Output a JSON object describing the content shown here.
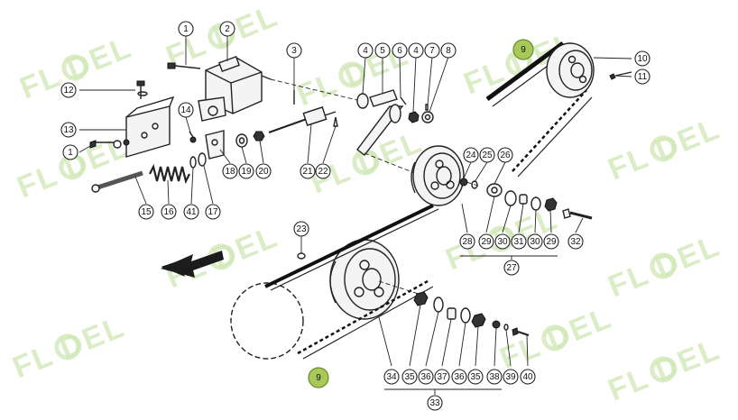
{
  "watermark": {
    "text": "FL DEL",
    "color": "#cfe7b4"
  },
  "highlight_color": "#a8c95a",
  "callouts": [
    {
      "id": "c1a",
      "label": "1",
      "highlight": false
    },
    {
      "id": "c1b",
      "label": "1",
      "highlight": false
    },
    {
      "id": "c2",
      "label": "2",
      "highlight": false
    },
    {
      "id": "c3",
      "label": "3",
      "highlight": false
    },
    {
      "id": "c4a",
      "label": "4",
      "highlight": false
    },
    {
      "id": "c5",
      "label": "5",
      "highlight": false
    },
    {
      "id": "c6",
      "label": "6",
      "highlight": false
    },
    {
      "id": "c4b",
      "label": "4",
      "highlight": false
    },
    {
      "id": "c7",
      "label": "7",
      "highlight": false
    },
    {
      "id": "c8",
      "label": "8",
      "highlight": false
    },
    {
      "id": "c9a",
      "label": "9",
      "highlight": true
    },
    {
      "id": "c10",
      "label": "10",
      "highlight": false
    },
    {
      "id": "c11",
      "label": "11",
      "highlight": false
    },
    {
      "id": "c12",
      "label": "12",
      "highlight": false
    },
    {
      "id": "c13",
      "label": "13",
      "highlight": false
    },
    {
      "id": "c14",
      "label": "14",
      "highlight": false
    },
    {
      "id": "c15",
      "label": "15",
      "highlight": false
    },
    {
      "id": "c16",
      "label": "16",
      "highlight": false
    },
    {
      "id": "c41",
      "label": "41",
      "highlight": false
    },
    {
      "id": "c17",
      "label": "17",
      "highlight": false
    },
    {
      "id": "c18",
      "label": "18",
      "highlight": false
    },
    {
      "id": "c19",
      "label": "19",
      "highlight": false
    },
    {
      "id": "c20",
      "label": "20",
      "highlight": false
    },
    {
      "id": "c21",
      "label": "21",
      "highlight": false
    },
    {
      "id": "c22",
      "label": "22",
      "highlight": false
    },
    {
      "id": "c23",
      "label": "23",
      "highlight": false
    },
    {
      "id": "c24",
      "label": "24",
      "highlight": false
    },
    {
      "id": "c25",
      "label": "25",
      "highlight": false
    },
    {
      "id": "c26",
      "label": "26",
      "highlight": false
    },
    {
      "id": "c28",
      "label": "28",
      "highlight": false
    },
    {
      "id": "c29a",
      "label": "29",
      "highlight": false
    },
    {
      "id": "c30a",
      "label": "30",
      "highlight": false
    },
    {
      "id": "c31",
      "label": "31",
      "highlight": false
    },
    {
      "id": "c30b",
      "label": "30",
      "highlight": false
    },
    {
      "id": "c29b",
      "label": "29",
      "highlight": false
    },
    {
      "id": "c32",
      "label": "32",
      "highlight": false
    },
    {
      "id": "c27",
      "label": "27",
      "highlight": false
    },
    {
      "id": "c9b",
      "label": "9",
      "highlight": true
    },
    {
      "id": "c34",
      "label": "34",
      "highlight": false
    },
    {
      "id": "c35a",
      "label": "35",
      "highlight": false
    },
    {
      "id": "c36a",
      "label": "36",
      "highlight": false
    },
    {
      "id": "c37",
      "label": "37",
      "highlight": false
    },
    {
      "id": "c36b",
      "label": "36",
      "highlight": false
    },
    {
      "id": "c35b",
      "label": "35",
      "highlight": false
    },
    {
      "id": "c38",
      "label": "38",
      "highlight": false
    },
    {
      "id": "c39",
      "label": "39",
      "highlight": false
    },
    {
      "id": "c40",
      "label": "40",
      "highlight": false
    },
    {
      "id": "c33",
      "label": "33",
      "highlight": false
    }
  ]
}
